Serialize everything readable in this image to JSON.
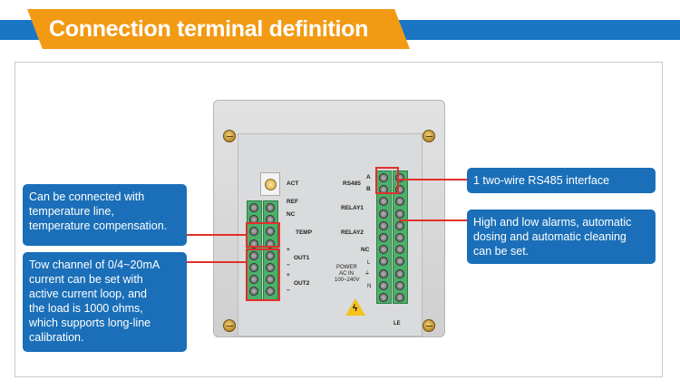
{
  "title": "Connection terminal definition",
  "callouts": {
    "temp": [
      "Can be connected with",
      "temperature line,",
      "temperature compensation."
    ],
    "current": [
      "Tow channel of 0/4~20mA",
      "current can be set with",
      "active current loop, and",
      "the load is 1000 ohms,",
      "which supports long-line",
      "calibration."
    ],
    "rs485": [
      "1 two-wire RS485 interface"
    ],
    "relay": [
      "High and low alarms, automatic",
      "dosing and automatic cleaning",
      "can be set."
    ]
  },
  "device_labels": {
    "act": "ACT",
    "ref": "REF",
    "nc_left": "NC",
    "temp": "TEMP",
    "plus1": "+",
    "out1": "OUT1",
    "minus1": "−",
    "plus2": "+",
    "out2": "OUT2",
    "minus2": "−",
    "rs485": "RS485",
    "a": "A",
    "b": "B",
    "relay1": "RELAY1",
    "relay2": "RELAY2",
    "nc_right": "NC",
    "power": "POWER",
    "acin": "AC IN",
    "voltage": "100~240V",
    "l": "L",
    "n": "N",
    "ground": "⏚",
    "le": "LE"
  },
  "colors": {
    "banner": "#f29a13",
    "bar": "#1a76c4",
    "callout": "#1a6fb8",
    "highlight": "#e0302b",
    "terminal": "#4caf6a"
  },
  "icons": [
    "warning-high-voltage-icon",
    "screw-icon"
  ]
}
